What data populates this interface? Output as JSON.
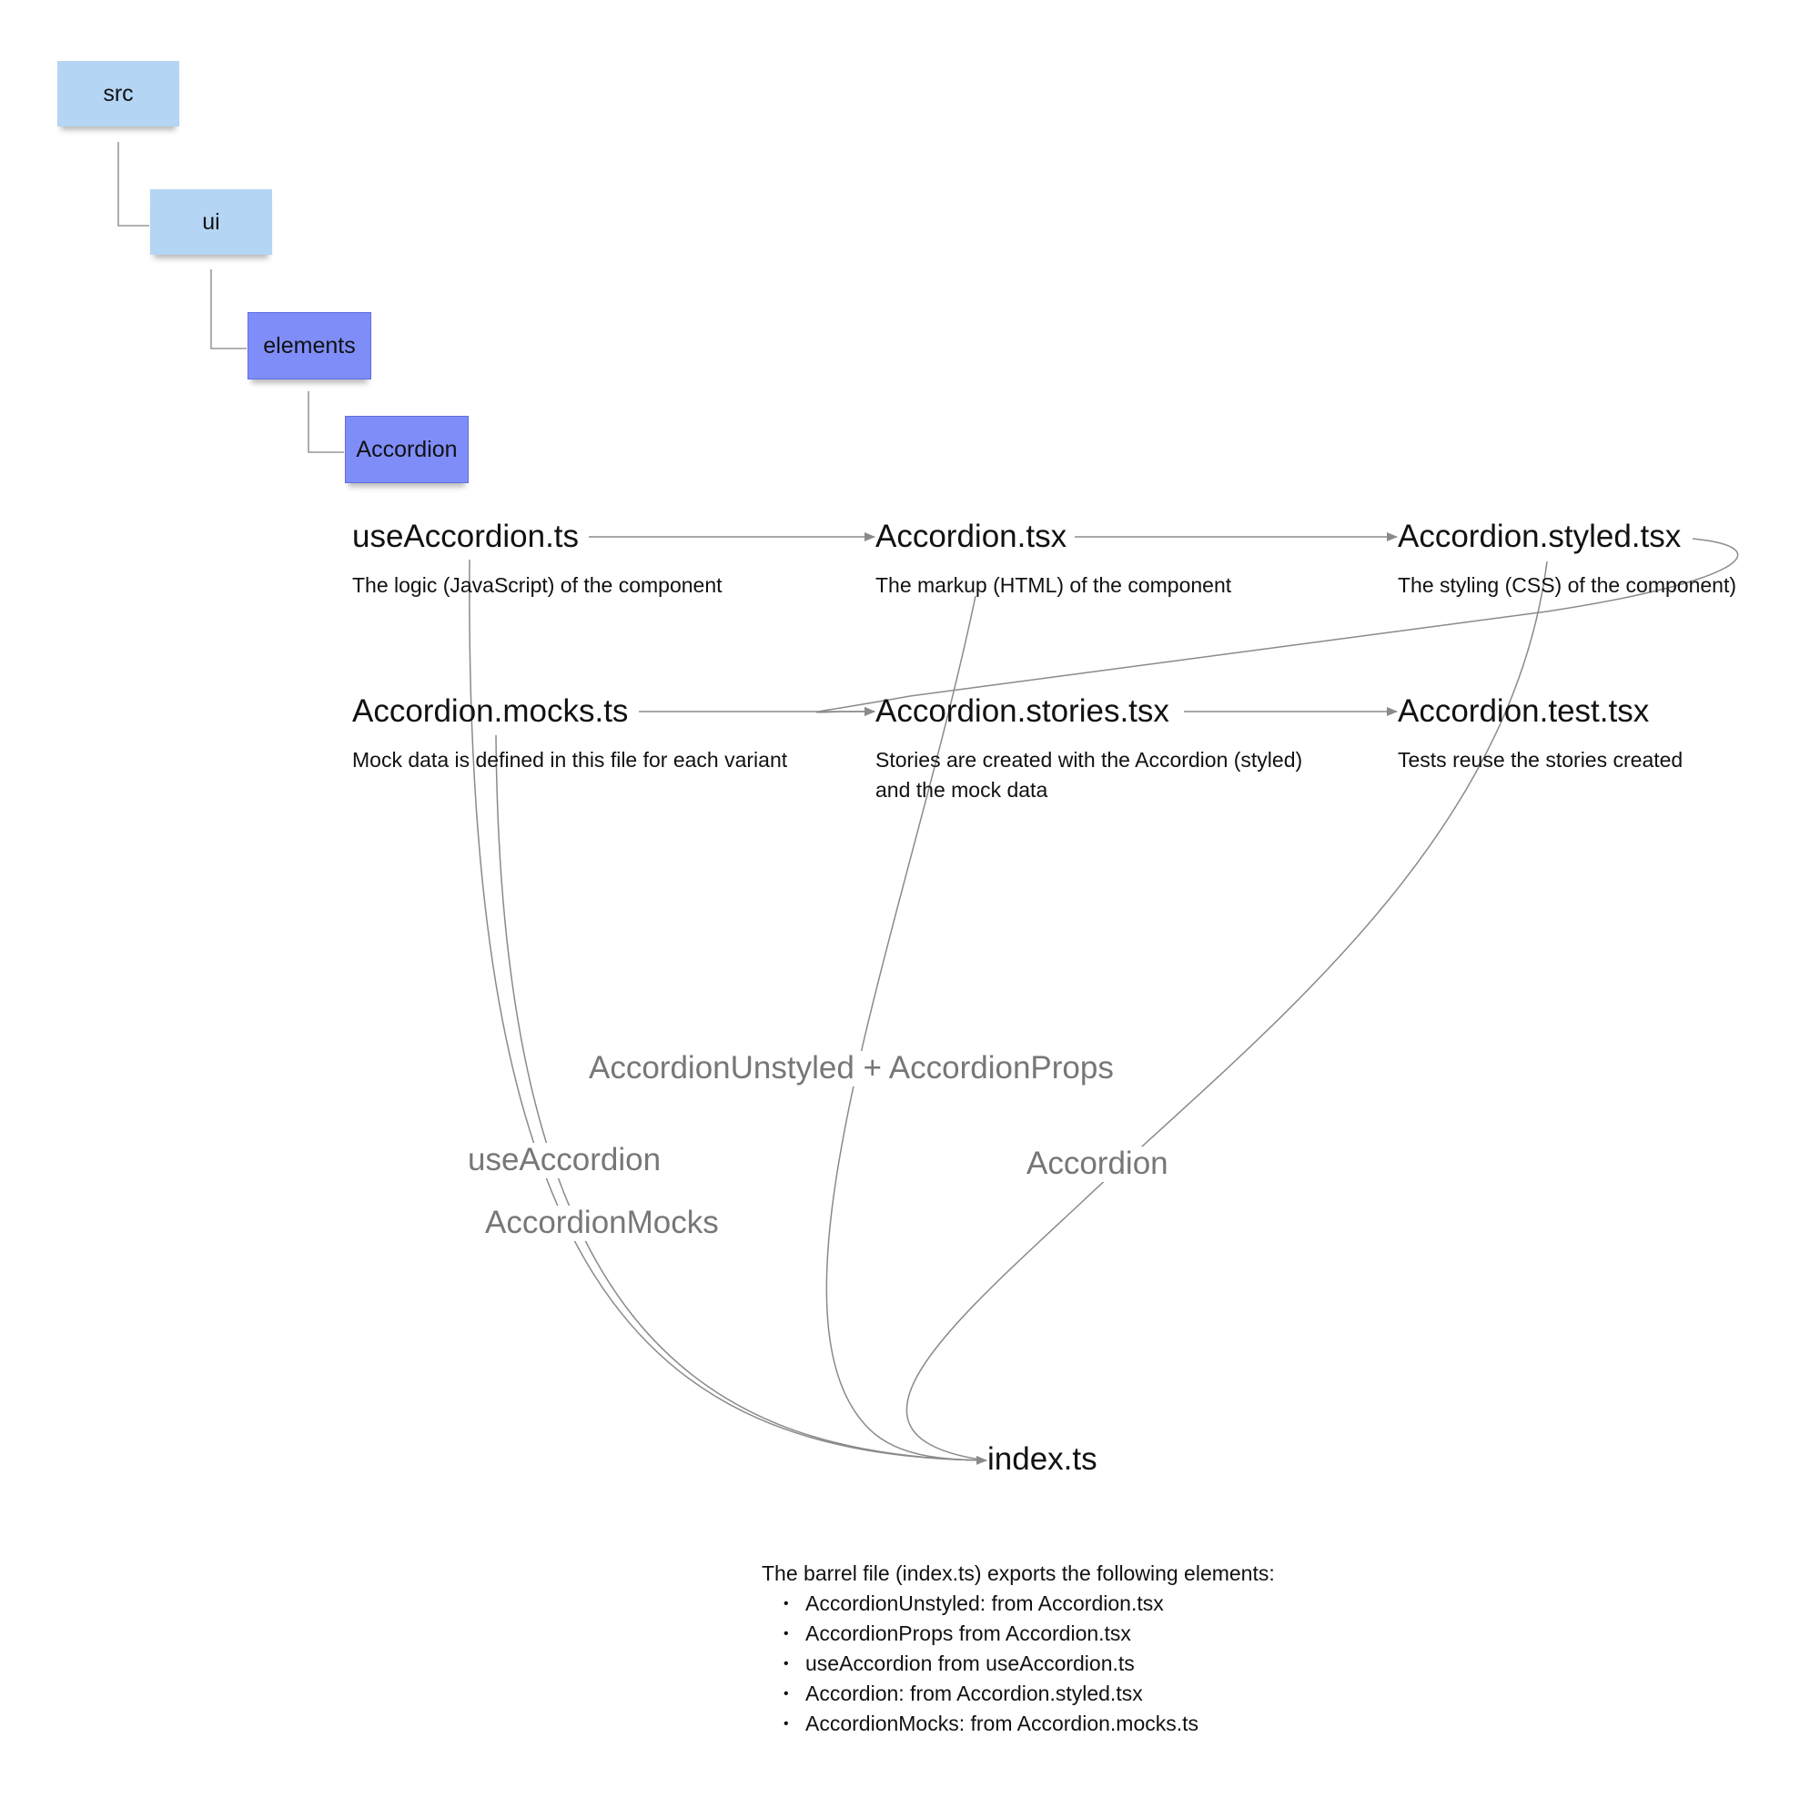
{
  "folders": [
    {
      "label": "src"
    },
    {
      "label": "ui"
    },
    {
      "label": "elements"
    },
    {
      "label": "Accordion"
    }
  ],
  "files": [
    {
      "name": "useAccordion.ts",
      "description": [
        "The logic (JavaScript) of the component"
      ]
    },
    {
      "name": "Accordion.tsx",
      "description": [
        "The markup (HTML) of the component"
      ]
    },
    {
      "name": "Accordion.styled.tsx",
      "description": [
        "The styling (CSS) of the component)"
      ]
    },
    {
      "name": "Accordion.mocks.ts",
      "description": [
        "Mock data is defined in this file for each variant"
      ]
    },
    {
      "name": "Accordion.stories.tsx",
      "description": [
        "Stories are created with the Accordion (styled)",
        "and the mock data"
      ]
    },
    {
      "name": "Accordion.test.tsx",
      "description": [
        "Tests reuse the stories created"
      ]
    }
  ],
  "index_file": "index.ts",
  "edge_labels": {
    "unstyled_props": "AccordionUnstyled + AccordionProps",
    "use_accordion": "useAccordion",
    "accordion_mocks": "AccordionMocks",
    "accordion": "Accordion"
  },
  "notes": {
    "intro": "The barrel file (index.ts) exports the following elements:",
    "items": [
      "AccordionUnstyled: from Accordion.tsx",
      "AccordionProps from Accordion.tsx",
      "useAccordion from useAccordion.ts",
      "Accordion: from Accordion.styled.tsx",
      "AccordionMocks: from Accordion.mocks.ts"
    ]
  },
  "colors": {
    "folder_light": "#b4d5f4",
    "folder_dark": "#7f8df8",
    "edge": "#8a8a8a",
    "label_gray": "#777777"
  }
}
